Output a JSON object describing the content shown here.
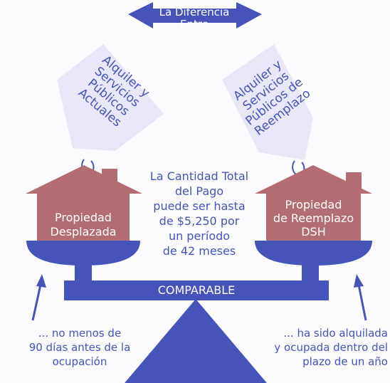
{
  "colors": {
    "blue": "#4653b8",
    "red": "#b16d73",
    "tag": "#e9e7f7",
    "text_on_dark": "#ffffff"
  },
  "top_arrow": {
    "line1": "La Diferencia",
    "line2": "Entre"
  },
  "tags": {
    "left": [
      "Alquiler y",
      "Servicios",
      "Públicos",
      "Actuales"
    ],
    "right": [
      "Alquiler y",
      "Servicios",
      "Públicos de",
      "Reemplazo"
    ]
  },
  "houses": {
    "left": [
      "Propiedad",
      "Desplazada"
    ],
    "right": [
      "Propiedad",
      "de Reemplazo",
      "DSH"
    ]
  },
  "center_text": [
    "La Cantidad Total",
    "del Pago",
    "puede ser hasta",
    "de $5,250 por",
    "un período",
    "de 42 meses"
  ],
  "beam_label": "COMPARABLE",
  "bottom_left": [
    "... no menos de",
    "90 días antes de la",
    "ocupación"
  ],
  "bottom_right": [
    "... ha sido alquilada",
    "y ocupada dentro del",
    "plazo de un año"
  ]
}
